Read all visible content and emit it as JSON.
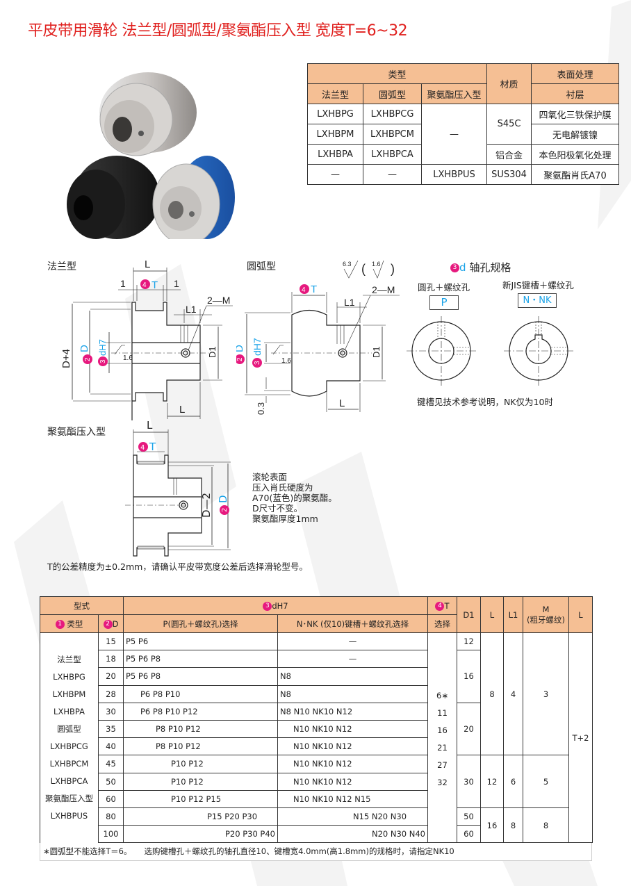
{
  "title": "平皮带用滑轮 法兰型/圆弧型/聚氨酯压入型 宽度T=6~32",
  "type_table": {
    "header": {
      "type": "类型",
      "material": "材质",
      "surface": "表面处理",
      "lining": "衬层"
    },
    "subheaders": [
      "法兰型",
      "圆弧型",
      "聚氨酯压入型"
    ],
    "rows": [
      {
        "flange": "LXHBPG",
        "arc": "LXHBPCG",
        "pu": "—",
        "material": "S45C",
        "surface": "四氧化三铁保护膜"
      },
      {
        "flange": "LXHBPM",
        "arc": "LXHBPCM",
        "surface": "无电解镀镍"
      },
      {
        "flange": "LXHBPA",
        "arc": "LXHBPCA",
        "material": "铝合金",
        "surface": "本色阳极氧化处理"
      },
      {
        "flange": "—",
        "arc": "—",
        "pu": "LXHBPUS",
        "material": "SUS304",
        "surface": "聚氨酯肖氏A70"
      }
    ]
  },
  "drawings": {
    "flange": {
      "label": "法兰型",
      "L": "L",
      "one": "1",
      "T": "T",
      "n4": "4",
      "n2": "2",
      "n3": "3",
      "D": "D",
      "dH7": "dH7",
      "Dplus4": "D+4",
      "L1": "L1",
      "M": "2—M",
      "D1": "D1",
      "rough": "1.6"
    },
    "arc": {
      "label": "圆弧型",
      "rough_a": "6.3",
      "rough_b": "1.6",
      "T": "T",
      "L1": "L1",
      "M": "2—M",
      "D": "D",
      "dH7": "dH7",
      "D1": "D1",
      "zero3": "0.3",
      "L": "L",
      "rough": "1.6"
    },
    "pu": {
      "label": "聚氨酯压入型",
      "L": "L",
      "T": "T",
      "Dminus2": "D—2",
      "D": "D"
    },
    "bore": {
      "title": "轴孔规格",
      "d": "d",
      "n3": "3",
      "p_label": "圆孔＋螺纹孔",
      "p_code": "P",
      "n_label": "新JIS键槽＋螺纹孔",
      "n_code": "N・NK",
      "note": "键槽见技术参考说明，NK仅为10时"
    }
  },
  "pu_note": [
    "滚轮表面",
    "压入肖氏硬度为",
    "A70(蓝色)的聚氨酯。",
    "D尺寸不变。",
    "聚氨酯厚度1mm"
  ],
  "tolerance_note": "T的公差精度为±0.2mm，请确认平皮带宽度公差后选择滑轮型号。",
  "spec_table": {
    "headers": {
      "model": "型式",
      "dH7": "dH7",
      "type": "类型",
      "D": "D",
      "p_select": "P(圆孔＋螺纹孔)选择",
      "n_select": "N･NK (仅10)键槽＋螺纹孔选择",
      "T": "T",
      "T_select": "选择",
      "D1": "D1",
      "L": "L",
      "L1": "L1",
      "M": "M",
      "M_sub": "(粗牙螺纹)",
      "L2": "L",
      "n1": "1",
      "n2": "2",
      "n3": "3",
      "n4": "4"
    },
    "type_column": [
      "法兰型",
      "LXHBPG",
      "LXHBPM",
      "LXHBPA",
      "圆弧型",
      "LXHBPCG",
      "LXHBPCM",
      "LXHBPCA",
      "聚氨酯压入型",
      "LXHBPUS"
    ],
    "rows": [
      {
        "D": "15",
        "P": "P5  P6",
        "N": "—",
        "D1": "12"
      },
      {
        "D": "18",
        "P": "P5  P6  P8",
        "N": "—"
      },
      {
        "D": "20",
        "P": "P5  P6  P8",
        "N": "N8"
      },
      {
        "D": "28",
        "P": "P6  P8  P10",
        "N": "N8"
      },
      {
        "D": "30",
        "P": "P6  P8  P10  P12",
        "N": "N8  N10  NK10  N12"
      },
      {
        "D": "35",
        "P": "P8  P10  P12",
        "N": "N10  NK10  N12"
      },
      {
        "D": "40",
        "P": "P8  P10  P12",
        "N": "N10  NK10  N12"
      },
      {
        "D": "45",
        "P": "P10  P12",
        "N": "N10  NK10  N12"
      },
      {
        "D": "50",
        "P": "P10  P12",
        "N": "N10  NK10  N12"
      },
      {
        "D": "60",
        "P": "P10  P12  P15",
        "N": "N10  NK10  N12  N15"
      },
      {
        "D": "80",
        "P": "P15  P20  P30",
        "N": "N15  N20  N30",
        "D1": "50"
      },
      {
        "D": "100",
        "P": "P20  P30  P40",
        "N": "N20  N30  N40",
        "D1": "60"
      }
    ],
    "T_values": [
      "6∗",
      "11",
      "16",
      "21",
      "27",
      "32"
    ],
    "D1_groups": [
      "12",
      "16",
      "20",
      "30",
      "50",
      "60"
    ],
    "L_groups": [
      "8",
      "12",
      "16"
    ],
    "L1_groups": [
      "4",
      "6",
      "8"
    ],
    "M_groups": [
      "3",
      "5",
      "8"
    ],
    "L2": "T+2"
  },
  "footnote": {
    "a": "∗圆弧型不能选择T＝6。",
    "b": "选购键槽孔＋螺纹孔的轴孔直径10、键槽宽4.0mm(高1.8mm)的规格时，请指定NK10"
  }
}
